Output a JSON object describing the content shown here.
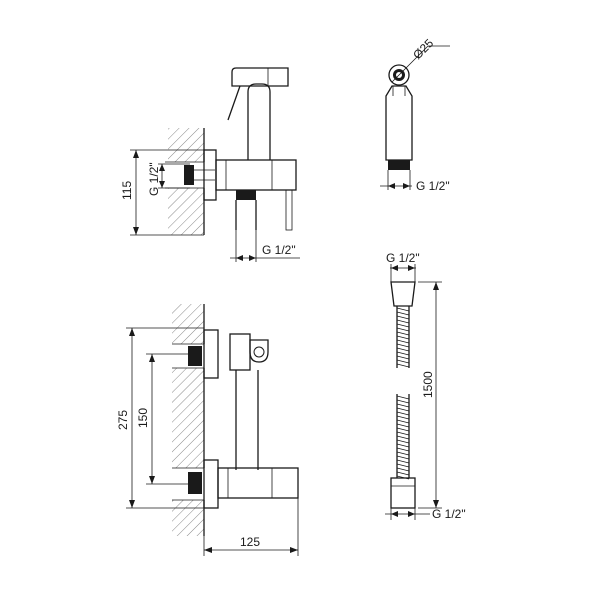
{
  "labels": {
    "dim_115": "115",
    "g_half_inlet_v": "G 1/2\"",
    "g_half_bottom": "G 1/2\"",
    "dim_d25": "Ø25",
    "g_half_sprayer": "G 1/2\"",
    "g_half_hose_top": "G 1/2\"",
    "dim_1500": "1500",
    "g_half_hose_bottom": "G 1/2\"",
    "dim_275": "275",
    "dim_150": "150",
    "dim_125": "125"
  }
}
